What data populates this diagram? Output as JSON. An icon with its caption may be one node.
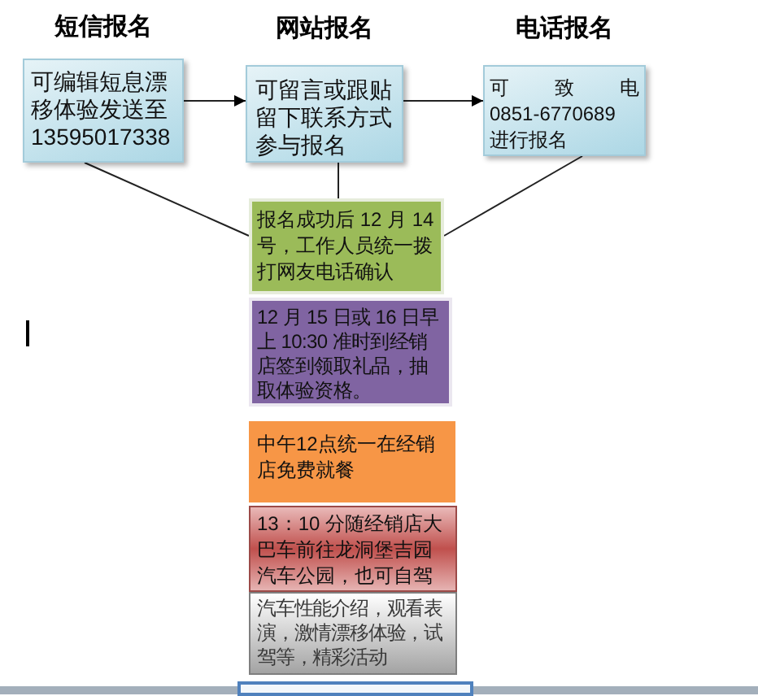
{
  "diagram": {
    "nodes": [
      {
        "text": [
          "短信报名",
          "可编辑短息漂移体验发送至13595017338"
        ]
      },
      {
        "text": [
          "网站报名",
          "可留言或跟贴留下联系方式参与报名"
        ]
      },
      {
        "text": [
          "电话报名",
          "可致电0851-6770689 进行报名"
        ]
      },
      {
        "text": [
          "报名成功后 12 月 14 号，工作人员统一拨打网友电话确认"
        ]
      },
      {
        "text": [
          "12 月 15 日或 16 日早上 10:30 准时到经销店签到领取礼品，抽取体验资格。"
        ]
      },
      {
        "text": [
          "中午12点统一在经销店免费就餐"
        ]
      },
      {
        "text": [
          "13：10 分随经销店大巴车前往龙洞堡吉园汽车公园，也可自驾"
        ]
      },
      {
        "text": [
          "汽车性能介绍，观看表演，激情漂移体验，试驾等，精彩活动"
        ]
      },
      {
        "text": [],
        "shape": "box"
      }
    ],
    "edges": [
      {
        "from": 0,
        "to": 1,
        "arrow": "to"
      },
      {
        "from": 1,
        "to": 2,
        "arrow": "to"
      },
      {
        "from": 0,
        "to": 3,
        "arrow": "none"
      },
      {
        "from": 1,
        "to": 3,
        "arrow": "none"
      },
      {
        "from": 2,
        "to": 3,
        "arrow": "none"
      }
    ]
  }
}
